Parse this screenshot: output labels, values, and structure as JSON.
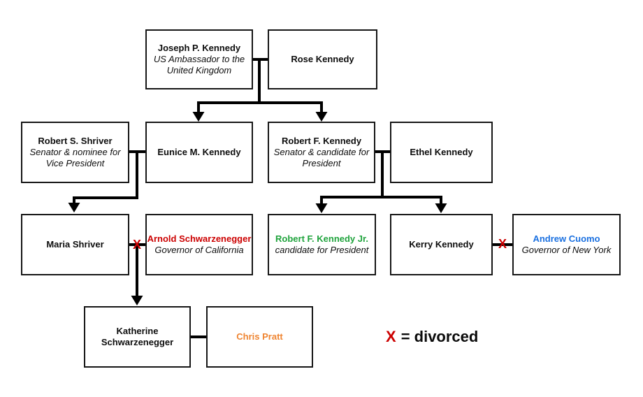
{
  "colors": {
    "line": "#000000",
    "box_border": "#161616",
    "text": "#0d0d0d",
    "red": "#cc0000",
    "green": "#1fa33c",
    "blue": "#1a70e0",
    "orange": "#ef8532"
  },
  "nodes": {
    "joseph": {
      "name": "Joseph P. Kennedy",
      "subtitle": "US Ambassador to the United Kingdom"
    },
    "rose": {
      "name": "Rose Kennedy"
    },
    "shriver": {
      "name": "Robert S. Shriver",
      "subtitle": "Senator & nominee for Vice President"
    },
    "eunice": {
      "name": "Eunice M. Kennedy"
    },
    "rfk": {
      "name": "Robert F. Kennedy",
      "subtitle": "Senator & candidate for President"
    },
    "ethel": {
      "name": "Ethel Kennedy"
    },
    "maria": {
      "name": "Maria Shriver"
    },
    "arnold": {
      "name": "Arnold Schwarzenegger",
      "subtitle": "Governor of California"
    },
    "rfkjr": {
      "name": "Robert F. Kennedy Jr.",
      "subtitle": "candidate for President"
    },
    "kerry": {
      "name": "Kerry Kennedy"
    },
    "cuomo": {
      "name": "Andrew Cuomo",
      "subtitle": "Governor of New York"
    },
    "katherine": {
      "name": "Katherine Schwarzenegger"
    },
    "chris": {
      "name": "Chris Pratt"
    }
  },
  "legend": {
    "symbol": "X",
    "text": "= divorced"
  }
}
